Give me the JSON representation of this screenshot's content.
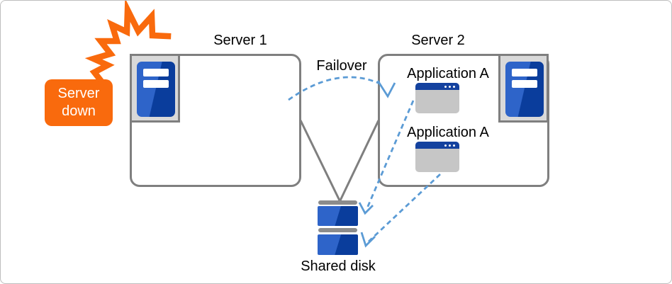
{
  "callout": {
    "line1": "Server",
    "line2": "down"
  },
  "servers": [
    {
      "label": "Server 1"
    },
    {
      "label": "Server 2"
    }
  ],
  "failover": {
    "label": "Failover"
  },
  "apps": [
    {
      "label": "Application A"
    },
    {
      "label": "Application A"
    }
  ],
  "shared_disk": {
    "label": "Shared disk"
  },
  "icons": [
    "explosion-icon",
    "server-icon",
    "server-icon",
    "app-window-icon",
    "app-window-icon",
    "shared-disk-icon",
    "failover-arrow-icon",
    "disk-access-arrow-icon",
    "disk-access-arrow-icon"
  ],
  "colors": {
    "accent_orange": "#F96A0D",
    "arrow_blue": "#5B9BD5",
    "box_border": "#7F7F7F",
    "panel_gray": "#D9D9D9",
    "server_blue_light": "#2E64C9",
    "server_blue_dark": "#0A3D9C",
    "titlebar_blue": "#14429F",
    "window_gray": "#C6C6C6",
    "disk_cap_gray": "#8C8C8C",
    "frame_border": "#BDBDBD",
    "text_color": "#000000"
  }
}
